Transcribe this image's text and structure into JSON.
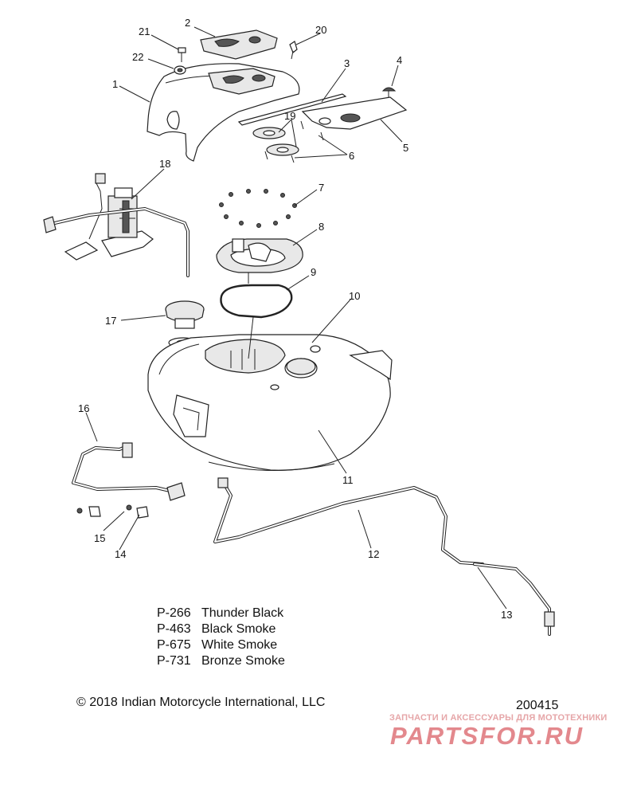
{
  "diagram": {
    "callouts": [
      "1",
      "2",
      "3",
      "4",
      "5",
      "6",
      "7",
      "8",
      "9",
      "10",
      "11",
      "12",
      "13",
      "14",
      "15",
      "16",
      "17",
      "18",
      "19",
      "20",
      "21",
      "22"
    ]
  },
  "legend": [
    {
      "code": "P-266",
      "name": "Thunder Black"
    },
    {
      "code": "P-463",
      "name": "Black Smoke"
    },
    {
      "code": "P-675",
      "name": "White Smoke"
    },
    {
      "code": "P-731",
      "name": "Bronze Smoke"
    }
  ],
  "footer": {
    "copyright": "© 2018 Indian Motorcycle International, LLC",
    "doc_number": "200415"
  },
  "watermark": {
    "tagline": "ЗАПЧАСТИ И АКСЕССУАРЫ ДЛЯ МОТОТЕХНИКИ",
    "logo_text": "PARTSFOR.RU"
  }
}
